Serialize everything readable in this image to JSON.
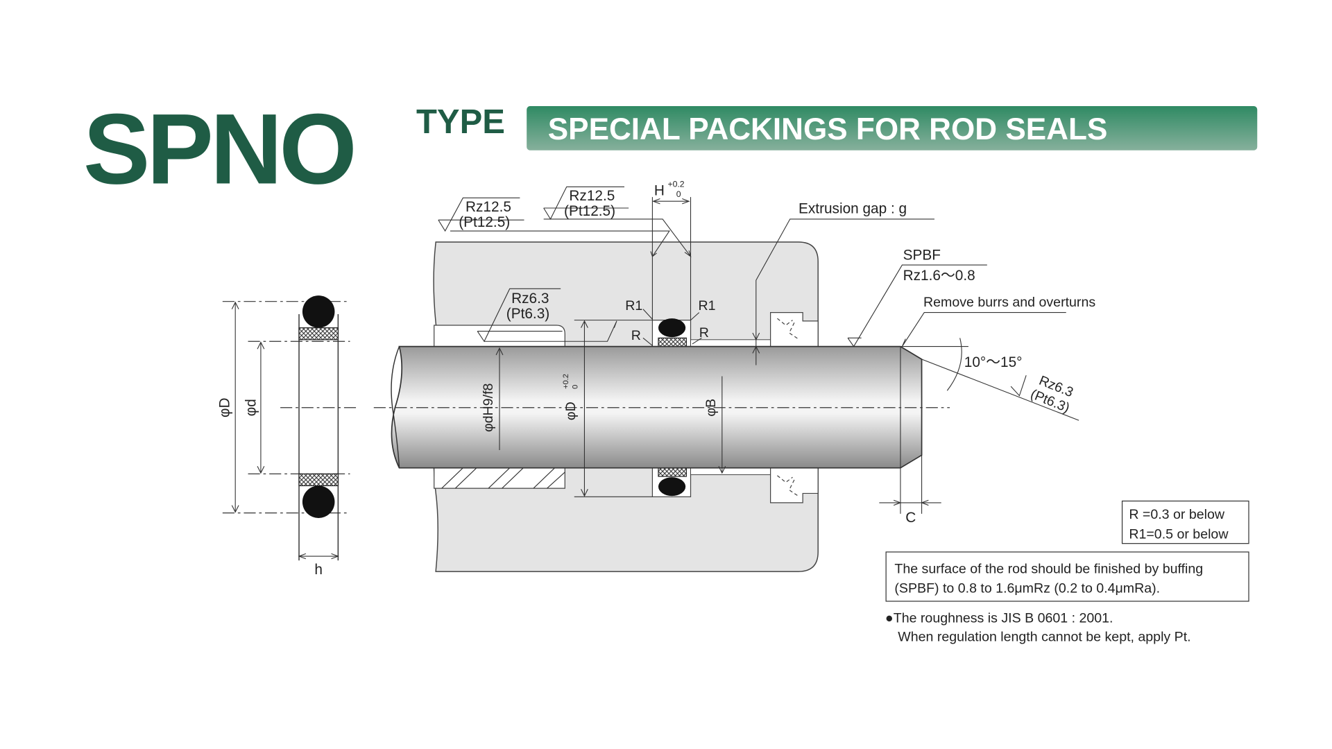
{
  "header": {
    "model": "SPNO",
    "type_label": "TYPE",
    "banner": "SPECIAL PACKINGS FOR ROD SEALS",
    "brand_color": "#1f5c45",
    "banner_color": "#3a8a68"
  },
  "ring_section": {
    "outer_dia": "φD",
    "inner_dia": "φd",
    "height": "h"
  },
  "assembly": {
    "rough_housing_left": {
      "rz": "Rz12.5",
      "pt": "(Pt12.5)"
    },
    "rough_groove": {
      "rz": "Rz12.5",
      "pt": "(Pt12.5)"
    },
    "groove_width": {
      "label": "H",
      "upper_tol": "+0.2",
      "lower_tol": "0"
    },
    "extrusion_gap": "Extrusion gap : g",
    "rough_bore": {
      "rz": "Rz6.3",
      "pt": "(Pt6.3)"
    },
    "r1_left": "R1",
    "r1_right": "R1",
    "r_left": "R",
    "r_right": "R",
    "rod_dia": "φdH9/f8",
    "groove_dia": {
      "label": "φD",
      "upper_tol": "+0.2",
      "lower_tol": "0"
    },
    "bore_dia": "φB",
    "spbf": "SPBF",
    "spbf_rough": "Rz1.6〜0.8",
    "remove_burrs": "Remove burrs and overturns",
    "chamfer_angle": "10°〜15°",
    "rough_chamfer": {
      "rz": "Rz6.3",
      "pt": "(Pt6.3)"
    },
    "chamfer": "C"
  },
  "notes": {
    "radius_box": [
      "R =0.3 or below",
      "R1=0.5 or below"
    ],
    "surface_box": [
      "The surface of the rod should be finished by buffing",
      "(SPBF) to 0.8 to 1.6μmRz (0.2 to 0.4μmRa)."
    ],
    "roughness_note": [
      "●The roughness is JIS B 0601 : 2001.",
      "When regulation length cannot be kept, apply Pt."
    ]
  }
}
